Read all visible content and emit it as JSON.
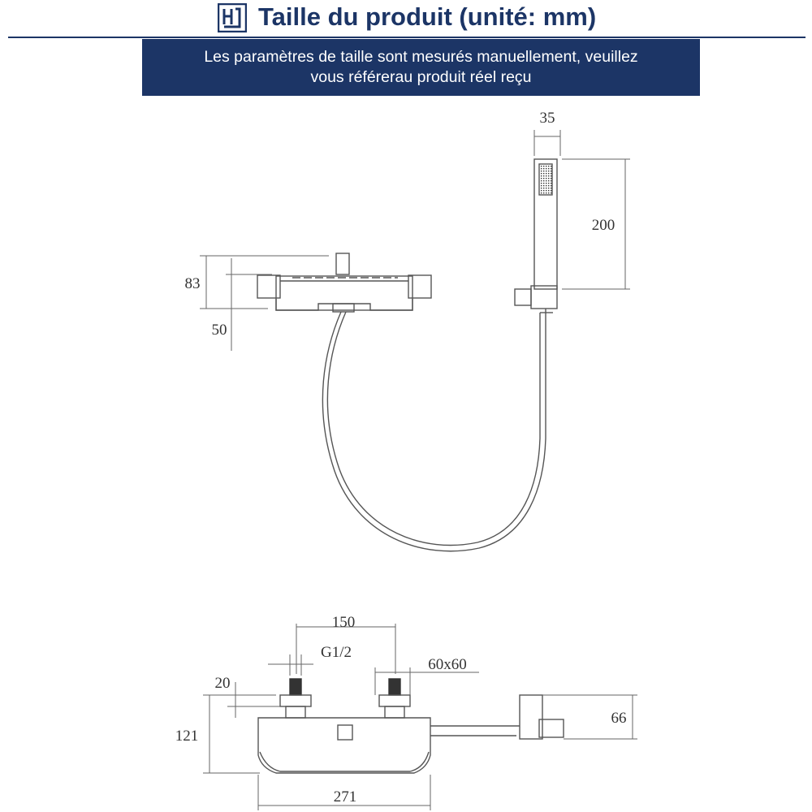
{
  "header": {
    "logo_icon": "hj-bracket-logo-icon",
    "title": "Taille du produit (unité: mm)"
  },
  "banner": {
    "line1": "Les paramètres de taille sont mesurés manuellement, veuillez",
    "line2": "vous référerau produit réel reçu"
  },
  "top_view": {
    "dims": {
      "handset_width": "35",
      "handset_length": "200",
      "mixer_height": "83",
      "outlet_offset": "50"
    }
  },
  "front_view": {
    "dims": {
      "inlet_spacing": "150",
      "inlet_thread": "G1/2",
      "escutcheon_size": "60x60",
      "inlet_height": "20",
      "body_height": "121",
      "holder_height": "66",
      "body_width": "271"
    }
  },
  "colors": {
    "brand_navy": "#1c3566",
    "line": "#555555",
    "dim_line": "#666666"
  }
}
